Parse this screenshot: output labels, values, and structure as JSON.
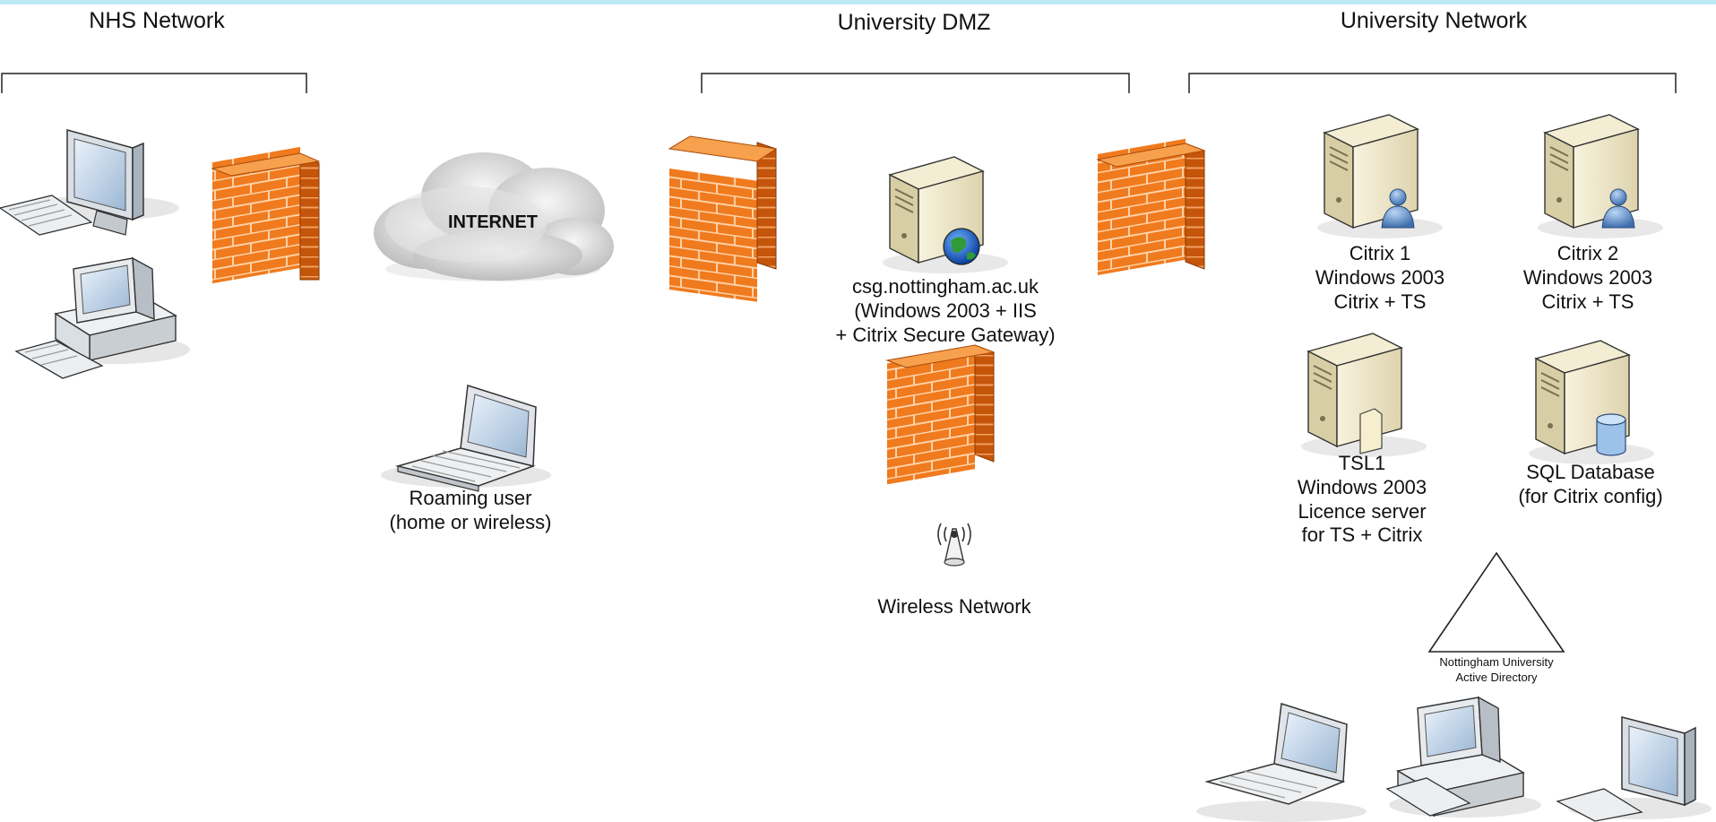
{
  "headers": {
    "nhs": "NHS Network",
    "dmz": "University DMZ",
    "uni": "University Network"
  },
  "internet_label": "INTERNET",
  "nodes": {
    "csg": [
      "csg.nottingham.ac.uk",
      "(Windows 2003 + IIS",
      "+ Citrix Secure Gateway)"
    ],
    "citrix1": [
      "Citrix 1",
      "Windows 2003",
      "Citrix + TS"
    ],
    "citrix2": [
      "Citrix 2",
      "Windows 2003",
      "Citrix + TS"
    ],
    "tsl1": [
      "TSL1",
      "Windows 2003",
      "Licence server",
      "for TS + Citrix"
    ],
    "sql": [
      "SQL Database",
      "(for Citrix config)"
    ],
    "roaming": [
      "Roaming user",
      "(home or wireless)"
    ],
    "wireless": "Wireless Network",
    "active_directory": [
      "Nottingham University",
      "Active Directory"
    ]
  },
  "colors": {
    "firewall": "#f07a1e",
    "firewall_side": "#c4550a",
    "server": "#ece4c4",
    "cloud": "#d8d8d8",
    "topbar": "#bfe8f6"
  }
}
